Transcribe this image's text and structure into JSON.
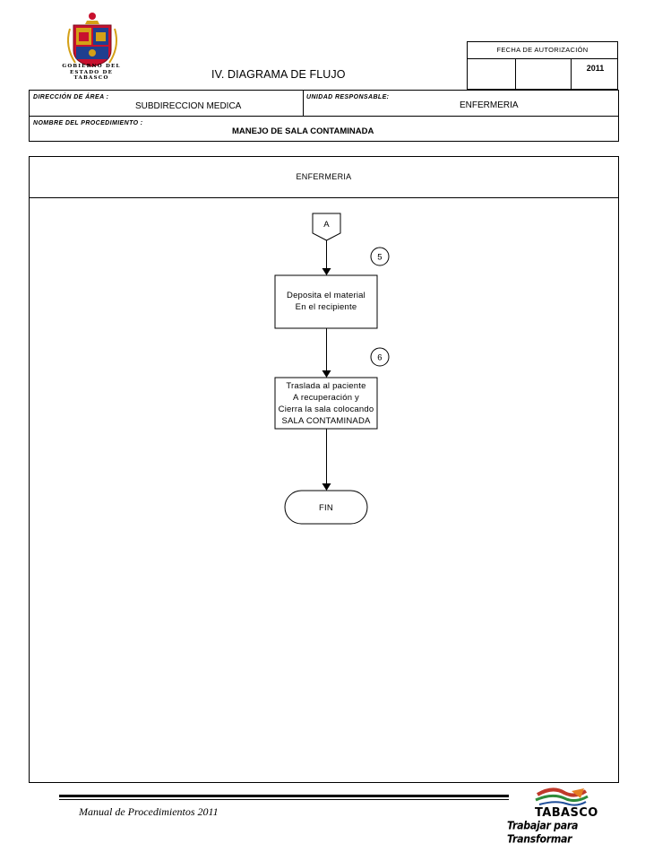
{
  "header": {
    "gov_text": "GOBIERNO DEL\nESTADO DE\nTABASCO",
    "title": "IV. DIAGRAMA  DE FLUJO",
    "fecha_label": "FECHA DE AUTORIZACIÓN",
    "fecha_year": "2011"
  },
  "info": {
    "direccion_label": "DIRECCIÓN DE ÁREA :",
    "direccion_value": "SUBDIRECCION MEDICA",
    "unidad_label": "UNIDAD RESPONSABLE:",
    "unidad_value": "ENFERMERIA",
    "procedimiento_label": "NOMBRE DEL PROCEDIMIENTO :",
    "procedimiento_value": "MANEJO DE SALA CONTAMINADA"
  },
  "lane": {
    "title": "ENFERMERIA"
  },
  "flow": {
    "connector": "A",
    "steps": [
      {
        "number": "5",
        "lines": [
          "Deposita el material",
          "En el recipiente"
        ]
      },
      {
        "number": "6",
        "lines": [
          "Traslada al paciente",
          "A recuperación y",
          "Cierra la sala colocando",
          "SALA CONTAMINADA"
        ]
      }
    ],
    "end_label": "FIN"
  },
  "footer": {
    "manual": "Manual de Procedimientos 2011",
    "brand": "TABASCO",
    "slogan": "Trabajar para Transformar"
  },
  "colors": {
    "coat_red": "#c8102e",
    "coat_gold": "#d4a017",
    "coat_blue": "#1f3f8f",
    "brand_red": "#c0392b",
    "brand_green": "#2e8b3a",
    "brand_orange": "#e67e22",
    "brand_blue": "#1f4e99"
  }
}
